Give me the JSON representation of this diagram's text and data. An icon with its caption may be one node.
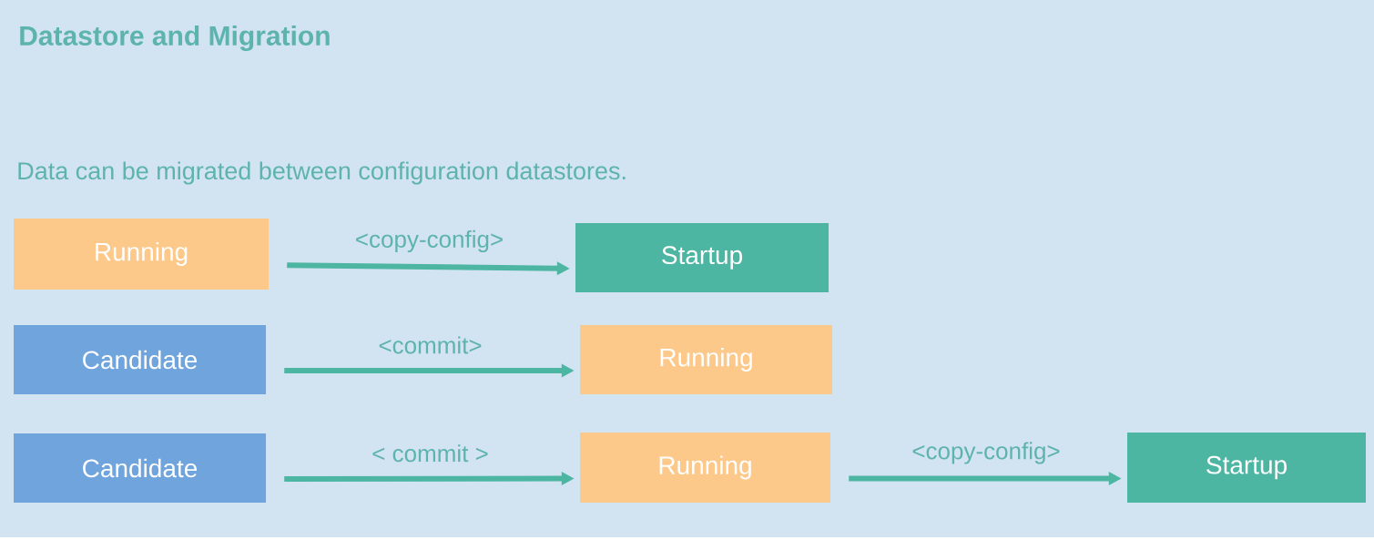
{
  "diagram": {
    "title": "Datastore and Migration",
    "nodes": [
      {
        "text": [
          "Running"
        ]
      },
      {
        "text": [
          "Startup"
        ]
      },
      {
        "text": [
          "Candidate"
        ]
      },
      {
        "text": [
          "Running"
        ]
      },
      {
        "text": [
          "Candidate"
        ]
      },
      {
        "text": [
          "Running"
        ]
      },
      {
        "text": [
          "Startup"
        ]
      }
    ],
    "edges": [
      {
        "from": 0,
        "to": 1,
        "arrow": "to",
        "label": "<copy-config>"
      },
      {
        "from": 2,
        "to": 3,
        "arrow": "to",
        "label": "<commit>"
      },
      {
        "from": 4,
        "to": 5,
        "arrow": "to",
        "label": "< commit >"
      },
      {
        "from": 5,
        "to": 6,
        "arrow": "to",
        "label": "<copy-config>"
      }
    ],
    "labels": [
      "Data can be migrated between configuration datastores."
    ]
  }
}
